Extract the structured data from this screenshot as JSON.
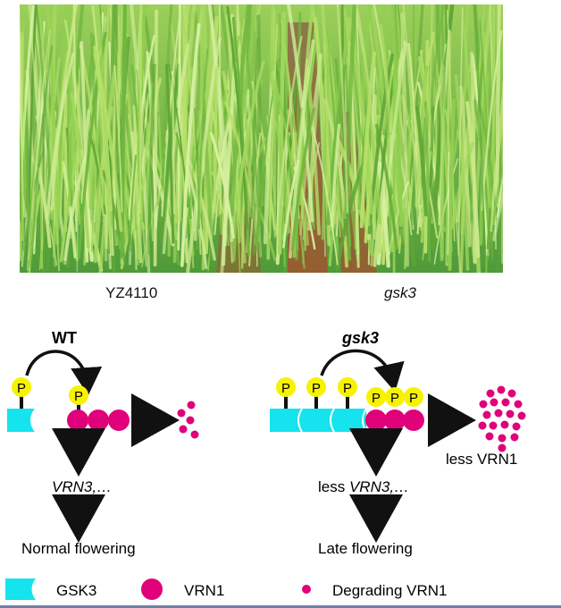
{
  "photo": {
    "left_label": "YZ4110",
    "right_label": "gsk3"
  },
  "wt_panel": {
    "title": "WT",
    "p_label": "P",
    "target_label": "VRN3,…",
    "outcome_label": "Normal flowering"
  },
  "gsk3_panel": {
    "title": "gsk3",
    "p_label": "P",
    "target_prefix": "less ",
    "target_label": "VRN3,…",
    "degraded_label": "less VRN1",
    "outcome_label": "Late flowering"
  },
  "legend": {
    "gsk3_label": "GSK3",
    "vrn1_label": "VRN1",
    "degrading_label": "Degrading VRN1"
  },
  "colors": {
    "gsk3": "#15e3ed",
    "vrn1": "#e0007a",
    "phosphate": "#f7f200",
    "arrow": "#222222",
    "frame": "#6e7fa6"
  }
}
